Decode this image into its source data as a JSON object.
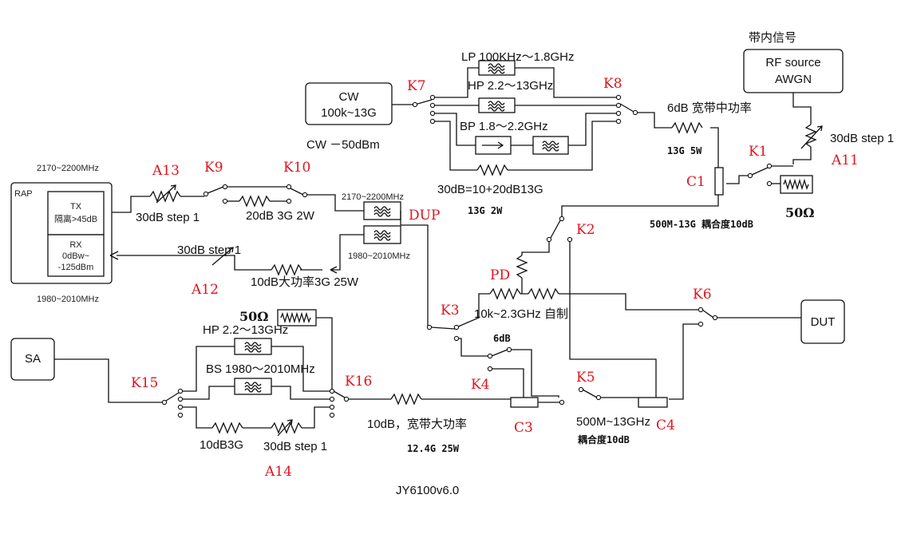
{
  "title": "JY6100v6.0",
  "blocks": {
    "cw_name": "CW",
    "cw_range": "100k~13G",
    "cw_level": "CW －50dBm",
    "rf_line1": "RF source",
    "rf_line2": "AWGN",
    "rf_header": "带内信号",
    "rap_name": "RAP",
    "tx_line1": "TX",
    "tx_line2": "隔离>45dB",
    "rx_line1": "RX",
    "rx_line2": "0dBw~",
    "rx_line3": "-125dBm",
    "sa_name": "SA",
    "dut_name": "DUT"
  },
  "labels": {
    "k1": "K1",
    "k2": "K2",
    "k3": "K3",
    "k4": "K4",
    "k5": "K5",
    "k6": "K6",
    "k7": "K7",
    "k8": "K8",
    "k9": "K9",
    "k10": "K10",
    "k15": "K15",
    "k16": "K16",
    "a11": "A11",
    "a12": "A12",
    "a13": "A13",
    "a14": "A14",
    "c1": "C1",
    "c3": "C3",
    "c4": "C4",
    "pd": "PD",
    "dup": "DUP"
  },
  "notes": {
    "lp": "LP 100KHz～1.8GHz",
    "hp_top": "HP 2.2～13GHz",
    "bp": "BP 1.8～2.2GHz",
    "pa_6db": "6dB 宽带中功率",
    "spec_13g5w": "13G 5W",
    "step_30db_k1": "30dB step 1",
    "sum_30db": "30dB=10+20dB13G",
    "spec_13g2w": "13G 2W",
    "coupler_c1": "500M-13G 耦合度10dB",
    "load_top": "50Ω",
    "freq_tx_top": "2170~2200MHz",
    "freq_rx_bottom": "1980~2010MHz",
    "dup_freq_top": "2170~2200MHz",
    "dup_freq_bottom": "1980~2010MHz",
    "a13_step": "30dB step 1",
    "att_20db": "20dB 3G 2W",
    "a12_step": "30dB step 1",
    "att_10db_hi": "10dB大功率3G 25W",
    "pd_range": "10k~2.3GHz 自制",
    "pd_6db": "6dB",
    "load_left": "50Ω",
    "hp_bottom": "HP 2.2～13GHz",
    "bs": "BS 1980～2010MHz",
    "att_10db3g": "10dB3G",
    "a14_step": "30dB step 1",
    "att_10db_wide": "10dB，宽带大功率",
    "spec_124g": "12.4G 25W",
    "c4_range": "500M~13GHz",
    "c4_coupling": "耦合度10dB"
  },
  "colors": {
    "label_red": "#e0141e",
    "line": "#111111"
  }
}
